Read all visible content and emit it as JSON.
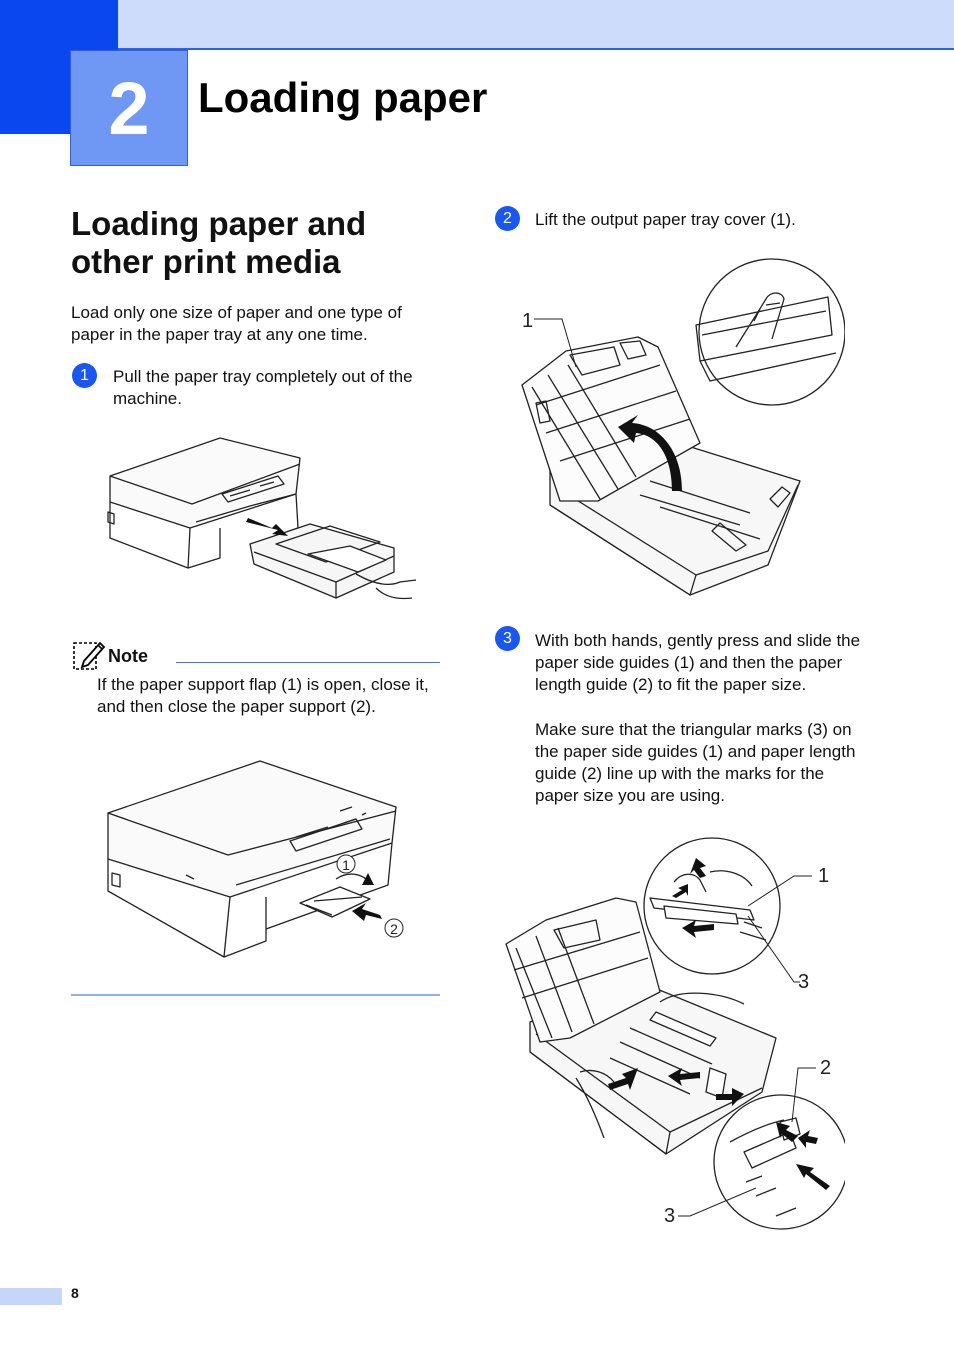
{
  "header": {
    "chapter_number": "2",
    "chapter_title": "Loading paper"
  },
  "section": {
    "title": "Loading paper and other print media",
    "intro": "Load only one size of paper and one type of paper in the paper tray at any one time."
  },
  "steps": [
    {
      "badge": "1",
      "text": "Pull the paper tray completely out of the machine."
    },
    {
      "badge": "2",
      "text": "Lift the output paper tray cover (1)."
    },
    {
      "badge": "3",
      "text": "With both hands, gently press and slide the paper side guides (1) and then the paper length guide (2) to fit the paper size.",
      "text2": "Make sure that the triangular marks (3) on the paper side guides (1) and paper length guide (2) line up with the marks for the paper size you are using."
    }
  ],
  "note": {
    "label": "Note",
    "text": "If the paper support flap (1) is open, close it, and then close the paper support (2)."
  },
  "figures": {
    "printer2": {
      "callout1": "1",
      "callout2": "2"
    },
    "tray_cover": {
      "callout1": "1"
    },
    "guides": {
      "c1": "1",
      "c3a": "3",
      "c2": "2",
      "c3b": "3"
    }
  },
  "footer": {
    "page_number": "8"
  }
}
